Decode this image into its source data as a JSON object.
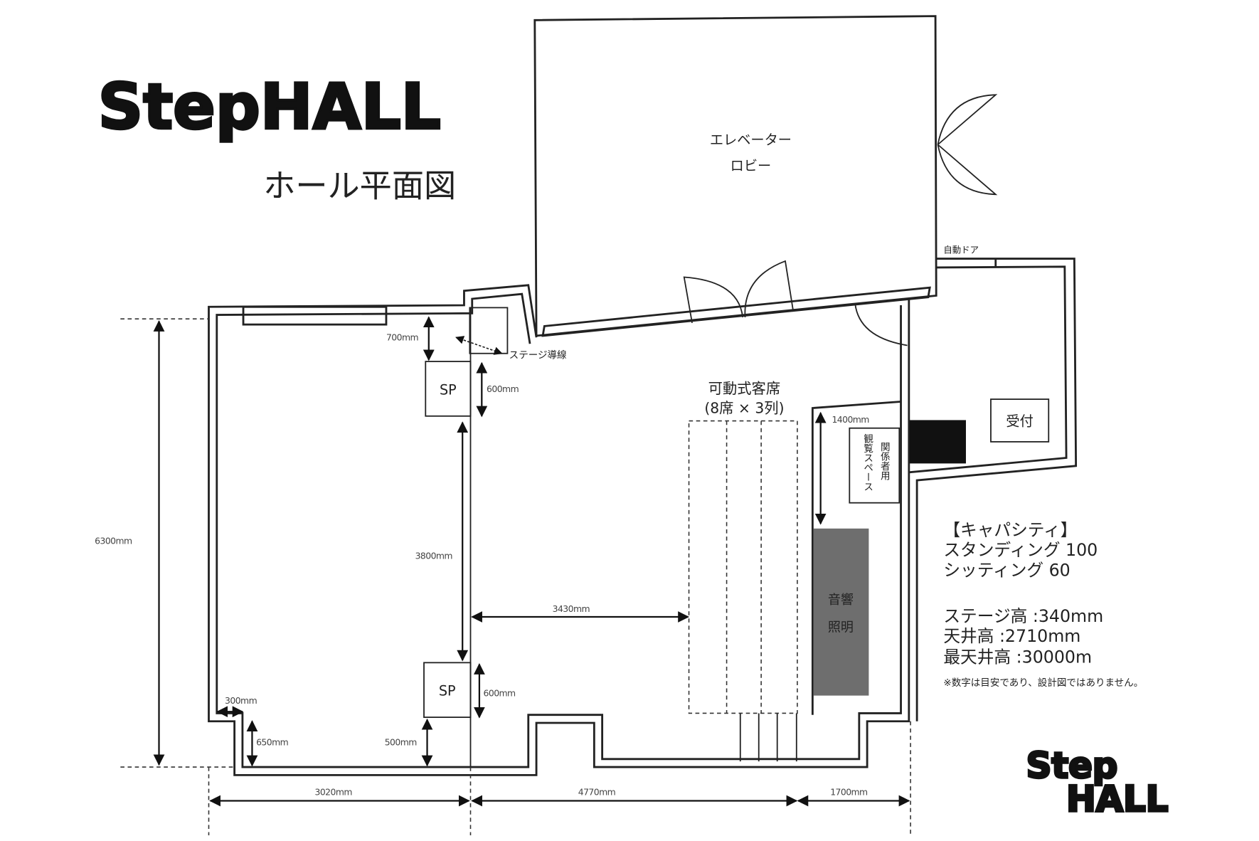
{
  "logo": {
    "top": "StepHALL",
    "bottom_line1": "Step",
    "bottom_line2": "HALL"
  },
  "title": "ホール平面図",
  "rooms": {
    "elevator_lobby": [
      "エレベーター",
      "ロビー"
    ],
    "auto_door": "自動ドア",
    "reception": "受付",
    "staff_area": [
      "関係者用",
      "観覧スペース"
    ],
    "sound_lighting": [
      "音響",
      "照明"
    ],
    "speaker": "SP",
    "stage_path": "ステージ導線",
    "movable_seats": [
      "可動式客席",
      "(8席 × 3列)"
    ]
  },
  "dimensions": {
    "d700": "700mm",
    "d600_top": "600mm",
    "d600_bottom": "600mm",
    "d3800": "3800mm",
    "d3430": "3430mm",
    "d6300": "6300mm",
    "d300": "300mm",
    "d650": "650mm",
    "d500": "500mm",
    "d1400": "1400mm",
    "d3020": "3020mm",
    "d4770": "4770mm",
    "d1700": "1700mm"
  },
  "info": {
    "capacity_heading": "【キャパシティ】",
    "standing": "スタンディング 100",
    "sitting": "シッティング 60",
    "stage_height": "ステージ高 :340mm",
    "ceiling_height": "天井高 :2710mm",
    "max_ceiling_height": "最天井高 :30000m",
    "note": "※数字は目安であり、設計図ではありません。"
  },
  "colors": {
    "sound_booth": "#6e6e6e",
    "line": "#222222"
  }
}
